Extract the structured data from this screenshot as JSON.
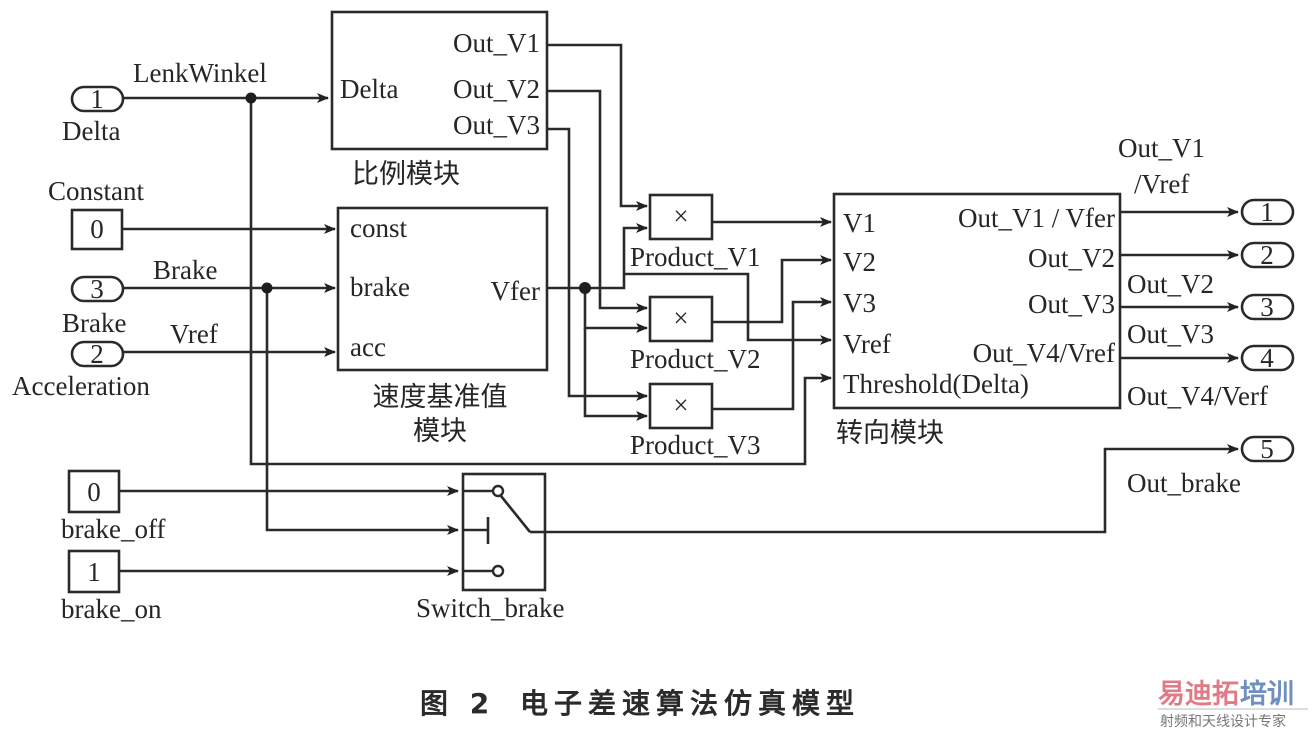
{
  "diagram": {
    "inports": [
      {
        "id": "inport-delta",
        "number": "1",
        "label": "Delta",
        "signal": "LenkWinkel"
      },
      {
        "id": "inport-brake",
        "number": "3",
        "label": "Brake",
        "signal": "Brake"
      },
      {
        "id": "inport-acceleration",
        "number": "2",
        "label": "Acceleration",
        "signal": "Vref"
      }
    ],
    "constants": [
      {
        "id": "constant",
        "value": "0",
        "label": "Constant"
      },
      {
        "id": "brake-off",
        "value": "0",
        "label": "brake_off"
      },
      {
        "id": "brake-on",
        "value": "1",
        "label": "brake_on"
      }
    ],
    "ratio_block": {
      "title": "比例模块",
      "input": "Delta",
      "outputs": [
        "Out_V1",
        "Out_V2",
        "Out_V3"
      ]
    },
    "speed_ref_block": {
      "title_line1": "速度基准值",
      "title_line2": "模块",
      "inputs": [
        "const",
        "brake",
        "acc"
      ],
      "output": "Vfer"
    },
    "products": [
      {
        "id": "product-v1",
        "symbol": "×",
        "label": "Product_V1"
      },
      {
        "id": "product-v2",
        "symbol": "×",
        "label": "Product_V2"
      },
      {
        "id": "product-v3",
        "symbol": "×",
        "label": "Product_V3"
      }
    ],
    "steering_block": {
      "title": "转向模块",
      "inputs": [
        "V1",
        "V2",
        "V3",
        "Vref",
        "Threshold(Delta)"
      ],
      "outputs": [
        "Out_V1 / Vfer",
        "Out_V2",
        "Out_V3",
        "Out_V4/Vref"
      ]
    },
    "switch_block": {
      "label": "Switch_brake"
    },
    "outports": [
      {
        "id": "outport-1",
        "number": "1",
        "label_line1": "Out_V1",
        "label_line2": "/Vref"
      },
      {
        "id": "outport-2",
        "number": "2",
        "label": "Out_V2"
      },
      {
        "id": "outport-3",
        "number": "3",
        "label": "Out_V3"
      },
      {
        "id": "outport-4",
        "number": "4",
        "label": "Out_V4/Verf"
      },
      {
        "id": "outport-5",
        "number": "5",
        "label": "Out_brake"
      }
    ]
  },
  "caption": {
    "figure": "图 2",
    "title": "电子差速算法仿真模型"
  },
  "watermark": {
    "brand_part1": "易迪拓",
    "brand_part2": "培训",
    "tagline": "射频和天线设计专家",
    "color_part1": "#e07b86",
    "color_part2": "#6f8fc0"
  }
}
